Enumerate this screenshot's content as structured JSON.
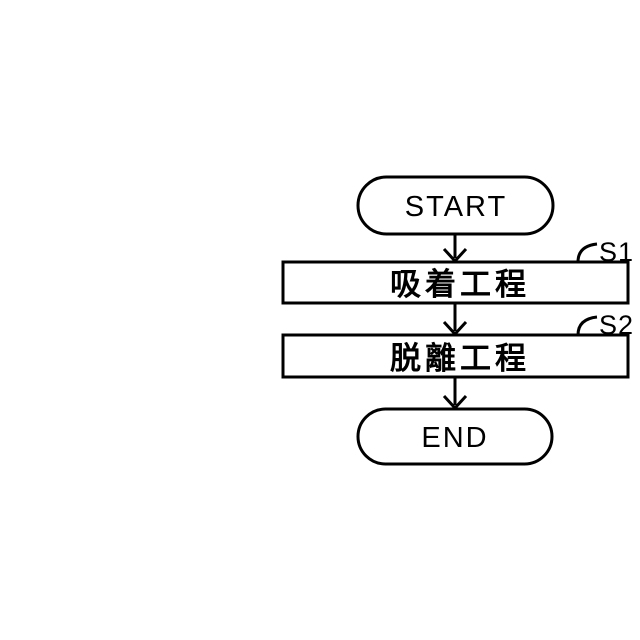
{
  "figure": {
    "background_color": "#ffffff",
    "line_color": "#000000",
    "type": "flowchart",
    "nodes": [
      {
        "id": "start",
        "type": "terminal",
        "label": "START"
      },
      {
        "id": "step1",
        "type": "process",
        "label": "吸着工程",
        "tag": "S1"
      },
      {
        "id": "step2",
        "type": "process",
        "label": "脱離工程",
        "tag": "S2"
      },
      {
        "id": "end",
        "type": "terminal",
        "label": "END"
      }
    ],
    "edges": [
      {
        "from": "start",
        "to": "step1"
      },
      {
        "from": "step1",
        "to": "step2"
      },
      {
        "from": "step2",
        "to": "end"
      }
    ]
  }
}
